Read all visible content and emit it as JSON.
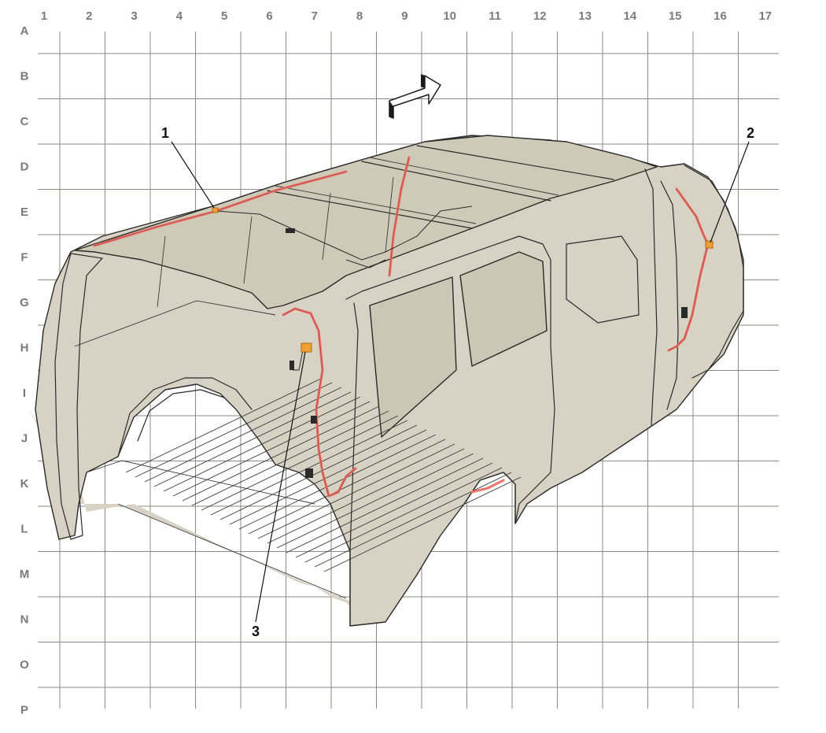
{
  "grid": {
    "columns": [
      "1",
      "2",
      "3",
      "4",
      "5",
      "6",
      "7",
      "8",
      "9",
      "10",
      "11",
      "12",
      "13",
      "14",
      "15",
      "16",
      "17"
    ],
    "rows": [
      "A",
      "B",
      "C",
      "D",
      "E",
      "F",
      "G",
      "H",
      "I",
      "J",
      "K",
      "L",
      "M",
      "N",
      "O",
      "P"
    ]
  },
  "callouts": [
    {
      "id": "callout-1",
      "label": "1"
    },
    {
      "id": "callout-2",
      "label": "2"
    },
    {
      "id": "callout-3",
      "label": "3"
    }
  ],
  "colors": {
    "body": "#d7d2c3",
    "harness": "#e8786e",
    "connector": "#f0a030",
    "grid": "#8a8a80"
  },
  "icons": {
    "direction": "forward-arrow-icon"
  }
}
